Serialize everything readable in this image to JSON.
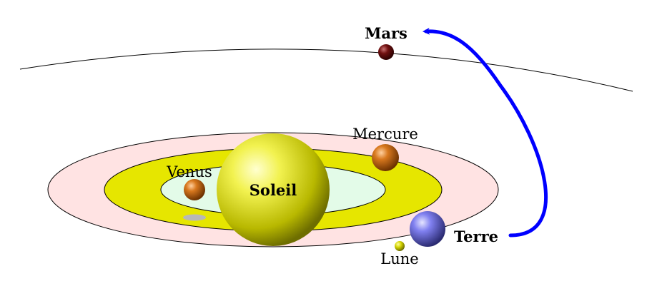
{
  "labels": {
    "mars": "Mars",
    "mercure": "Mercure",
    "venus": "Venus",
    "soleil": "Soleil",
    "terre": "Terre",
    "lune": "Lune"
  },
  "colors": {
    "outer_ring": "#ffe3e3",
    "middle_ring": "#e6e600",
    "inner_ring": "#e3fbe8",
    "arrow": "#0000ff",
    "sun": "#e8e832",
    "mars": "#5a0a0a",
    "mercure_venus": "#c8681a",
    "terre": "#6f6fe0",
    "lune": "#d4d400"
  }
}
